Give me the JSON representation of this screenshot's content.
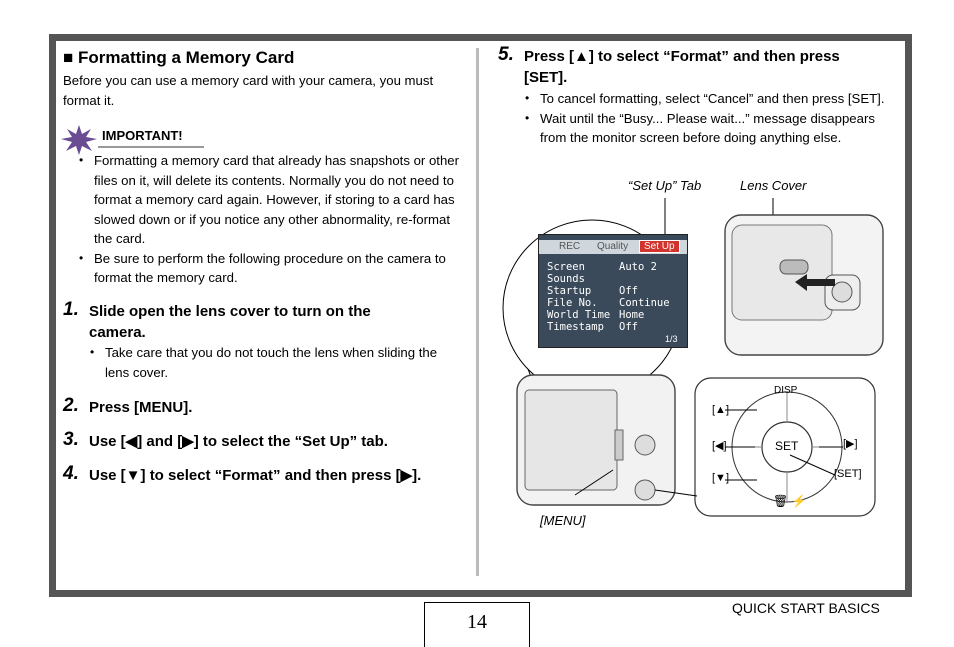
{
  "left": {
    "heading_mark": "■",
    "heading": "Formatting a Memory Card",
    "intro": "Before you can use a memory card with your camera, you must format it.",
    "important_label": "IMPORTANT!",
    "important_items": [
      "Formatting a memory card that already has snapshots or other files on it, will delete its contents. Normally you do not need to format a memory card again. However, if storing to a card has slowed down or if you notice any other abnormality, re-format the card.",
      "Be sure to perform the following procedure on the camera to format the memory card."
    ],
    "steps": [
      {
        "num": "1.",
        "text": "Slide open the lens cover to turn on the camera.",
        "note": "Take care that you do not touch the lens when sliding the lens cover."
      },
      {
        "num": "2.",
        "text": "Press [MENU]."
      },
      {
        "num": "3.",
        "text": "Use [◀] and [▶] to select the “Set Up” tab."
      },
      {
        "num": "4.",
        "text": "Use [▼] to select “Format” and then press [▶]."
      }
    ]
  },
  "right": {
    "step5": {
      "num": "5.",
      "text": "Press [▲] to select “Format” and then press [SET]."
    },
    "notes": [
      "To cancel formatting, select “Cancel” and then press [SET].",
      "Wait until the “Busy... Please wait...” message disappears from the monitor screen before doing anything else."
    ],
    "captions": {
      "setup_tab": "“Set Up” Tab",
      "lens_cover": "Lens Cover",
      "menu": "[MENU]"
    },
    "lcd": {
      "tabs": [
        "REC",
        "Quality",
        "Set Up"
      ],
      "rows": [
        {
          "label": "Screen",
          "value": "Auto 2"
        },
        {
          "label": "Sounds",
          "value": ""
        },
        {
          "label": "Startup",
          "value": "Off"
        },
        {
          "label": "File No.",
          "value": "Continue"
        },
        {
          "label": "World Time",
          "value": "Home"
        },
        {
          "label": "Timestamp",
          "value": "Off"
        }
      ],
      "page": "1/3"
    },
    "dial": {
      "disp": "DISP",
      "up": "[▲]",
      "left": "[◀]",
      "right": "[▶]",
      "down": "[▼]",
      "set": "SET",
      "set_label": "[SET]",
      "bottom": "🗑 ⚡"
    }
  },
  "footer": {
    "page_number": "14",
    "section": "QUICK START BASICS"
  }
}
